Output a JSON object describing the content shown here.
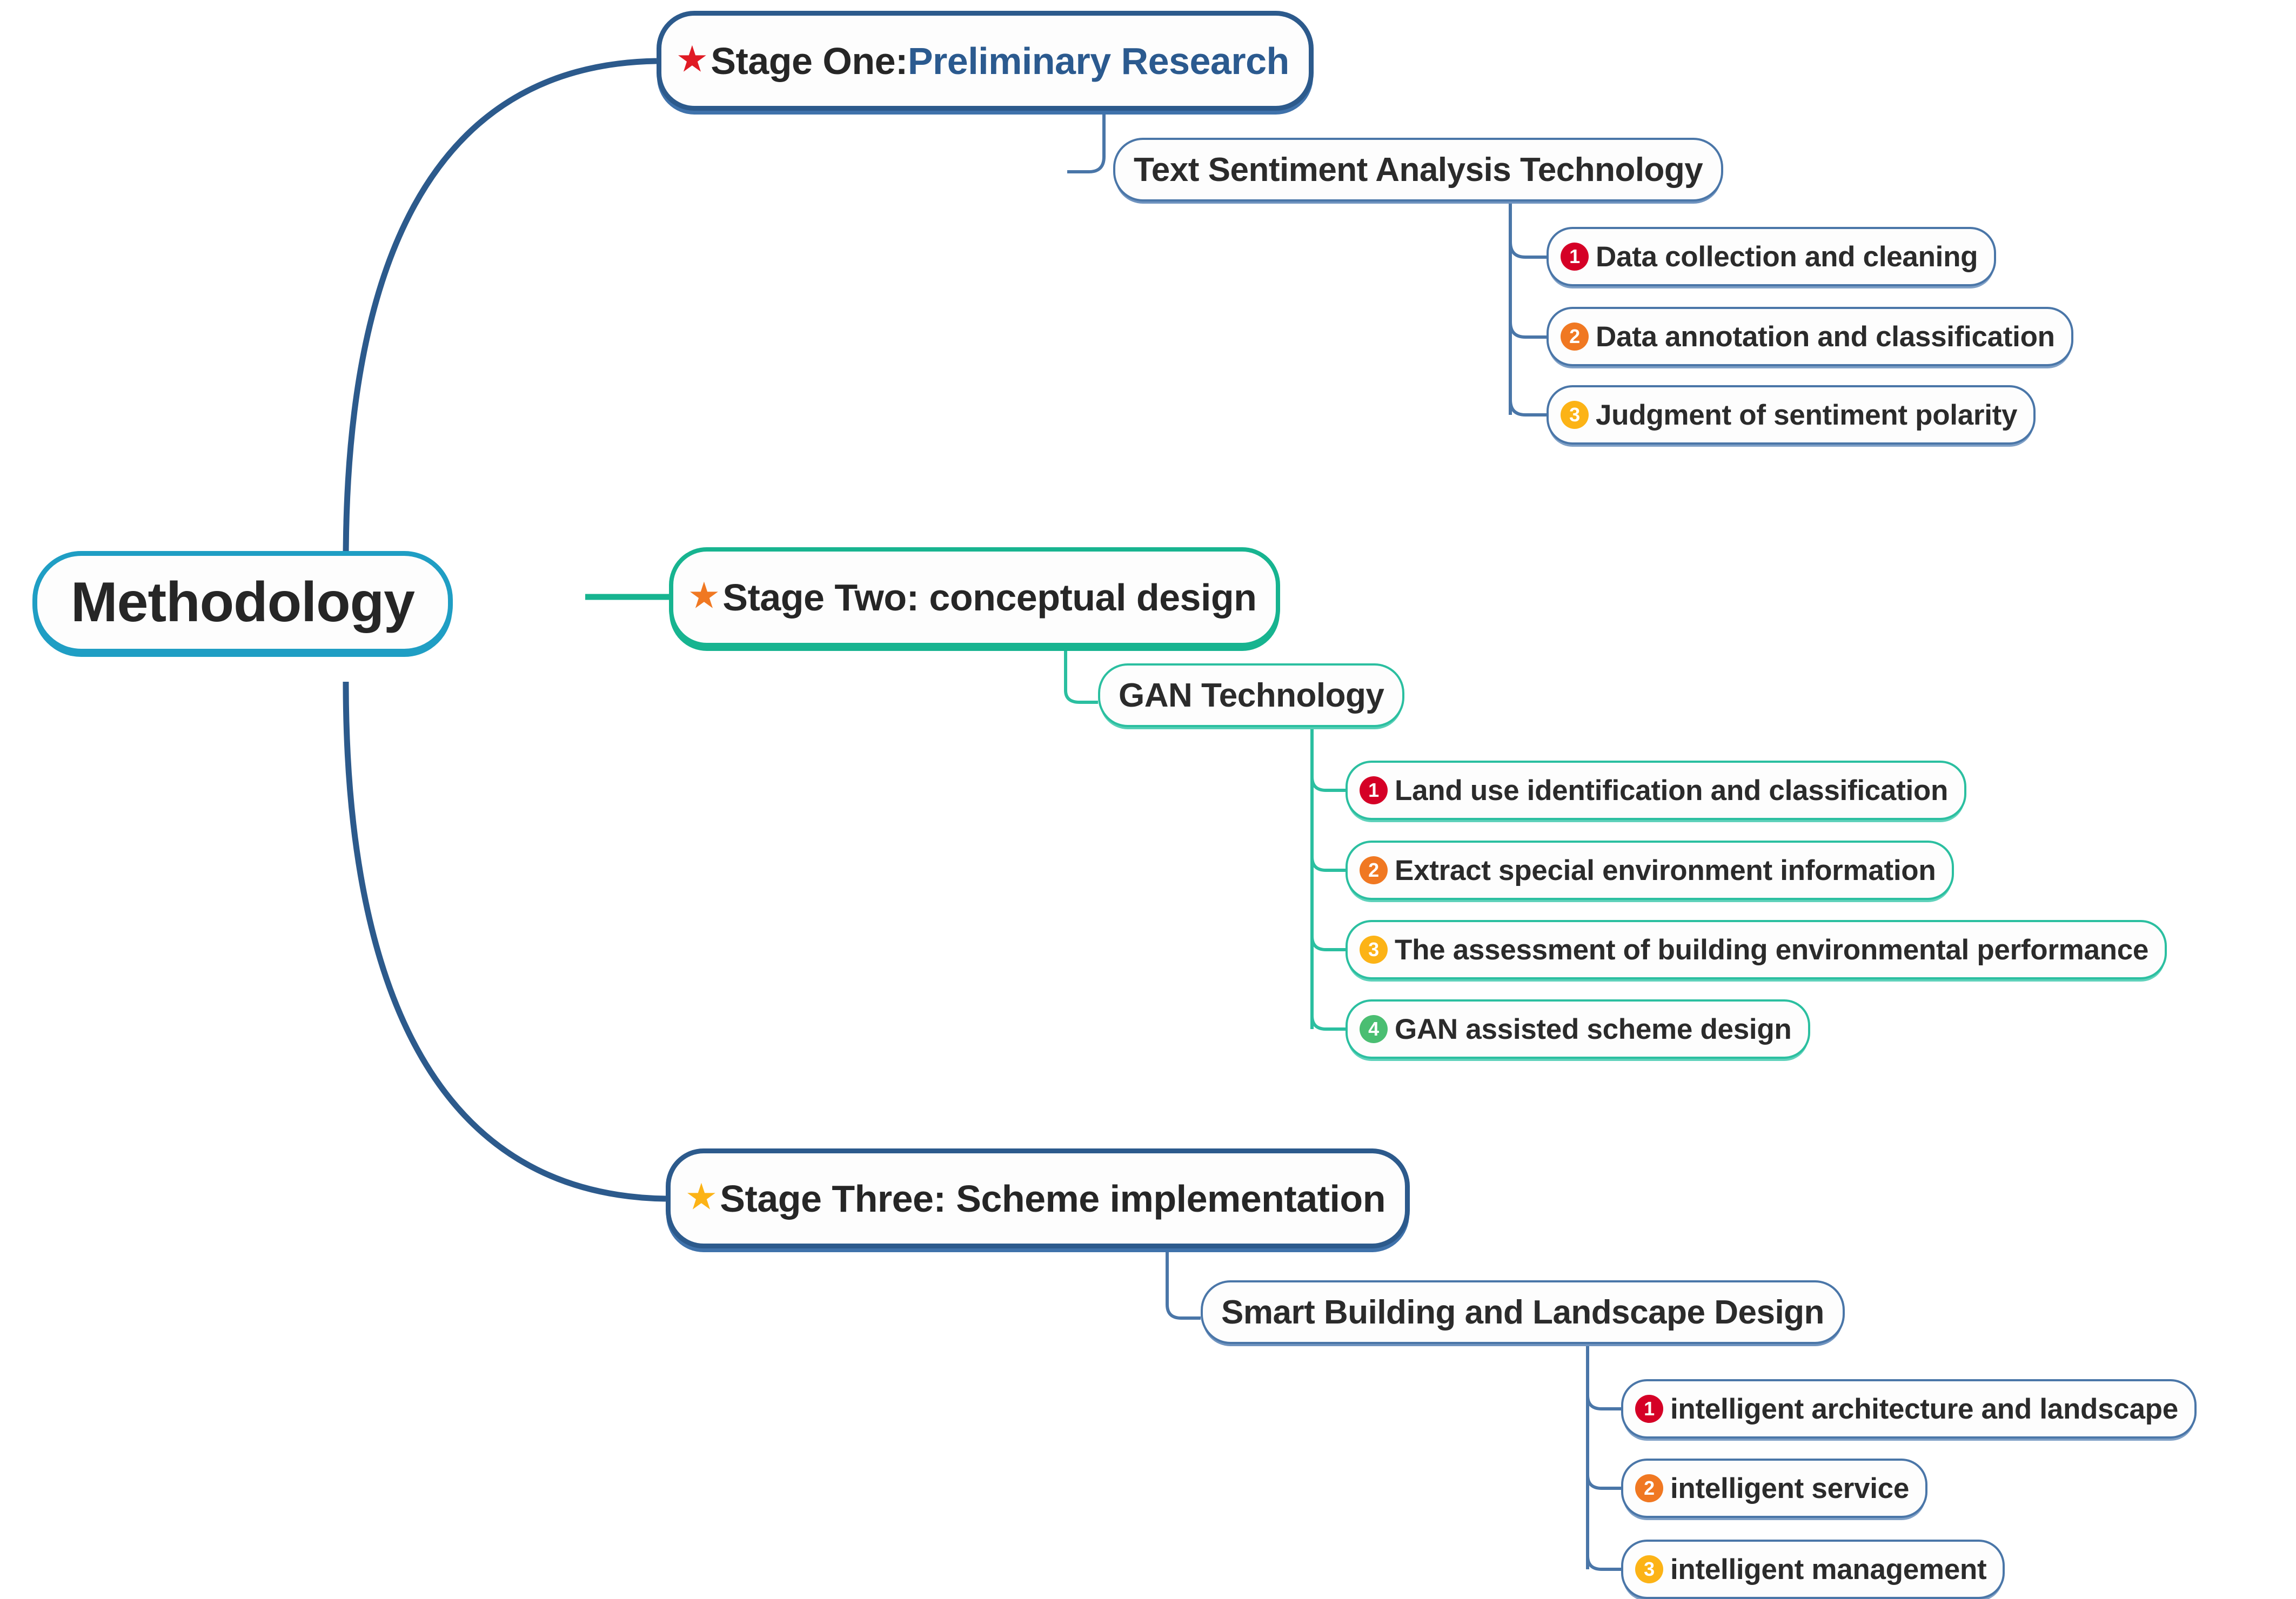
{
  "root": {
    "label": "Methodology",
    "border_color": "#1f9ec4"
  },
  "branches": [
    {
      "id": "stage-one",
      "star_icon": "star-icon",
      "star_color": "#E01B24",
      "accent": "#2c5a8c",
      "title_primary": "Stage One:",
      "title_secondary": " Preliminary Research",
      "topic": "Text Sentiment Analysis Technology",
      "leaves": [
        {
          "num": "1",
          "color": "#D50026",
          "text": "Data collection and cleaning"
        },
        {
          "num": "2",
          "color": "#F07822",
          "text": "Data annotation and classification"
        },
        {
          "num": "3",
          "color": "#FCB316",
          "text": "Judgment of sentiment polarity"
        }
      ]
    },
    {
      "id": "stage-two",
      "star_icon": "star-icon",
      "star_color": "#F07822",
      "accent": "#17b490",
      "title_primary": "Stage Two: conceptual design",
      "title_secondary": "",
      "topic": "GAN Technology",
      "leaves": [
        {
          "num": "1",
          "color": "#D50026",
          "text": "Land use identification and classification"
        },
        {
          "num": "2",
          "color": "#F07822",
          "text": "Extract special environment information"
        },
        {
          "num": "3",
          "color": "#FCB316",
          "text": "The assessment of building environmental performance"
        },
        {
          "num": "4",
          "color": "#4ABE72",
          "text": "GAN assisted scheme design"
        }
      ]
    },
    {
      "id": "stage-three",
      "star_icon": "star-icon",
      "star_color": "#FCB316",
      "accent": "#2c5a8c",
      "title_primary": "Stage Three: Scheme implementation",
      "title_secondary": "",
      "topic": "Smart Building and Landscape Design",
      "leaves": [
        {
          "num": "1",
          "color": "#D50026",
          "text": "intelligent architecture and landscape"
        },
        {
          "num": "2",
          "color": "#F07822",
          "text": "intelligent service"
        },
        {
          "num": "3",
          "color": "#FCB316",
          "text": "intelligent management"
        }
      ]
    }
  ]
}
